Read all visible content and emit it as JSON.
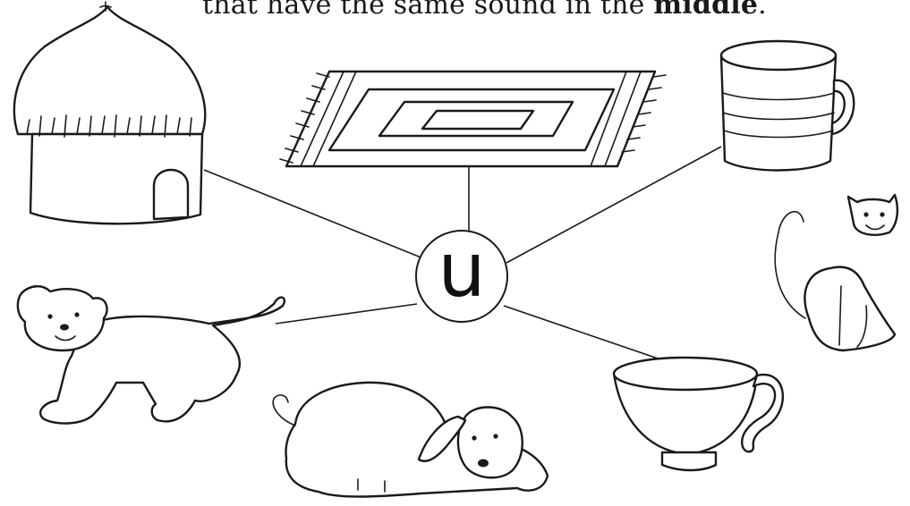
{
  "instruction": {
    "text_before": "that have the same sound in the ",
    "bold_word": "middle",
    "text_after": "."
  },
  "center_letter": "u",
  "pictures": [
    "hut-icon",
    "rug-icon",
    "mug-icon",
    "cat-icon",
    "bear-icon",
    "dog-icon",
    "cup-icon"
  ]
}
